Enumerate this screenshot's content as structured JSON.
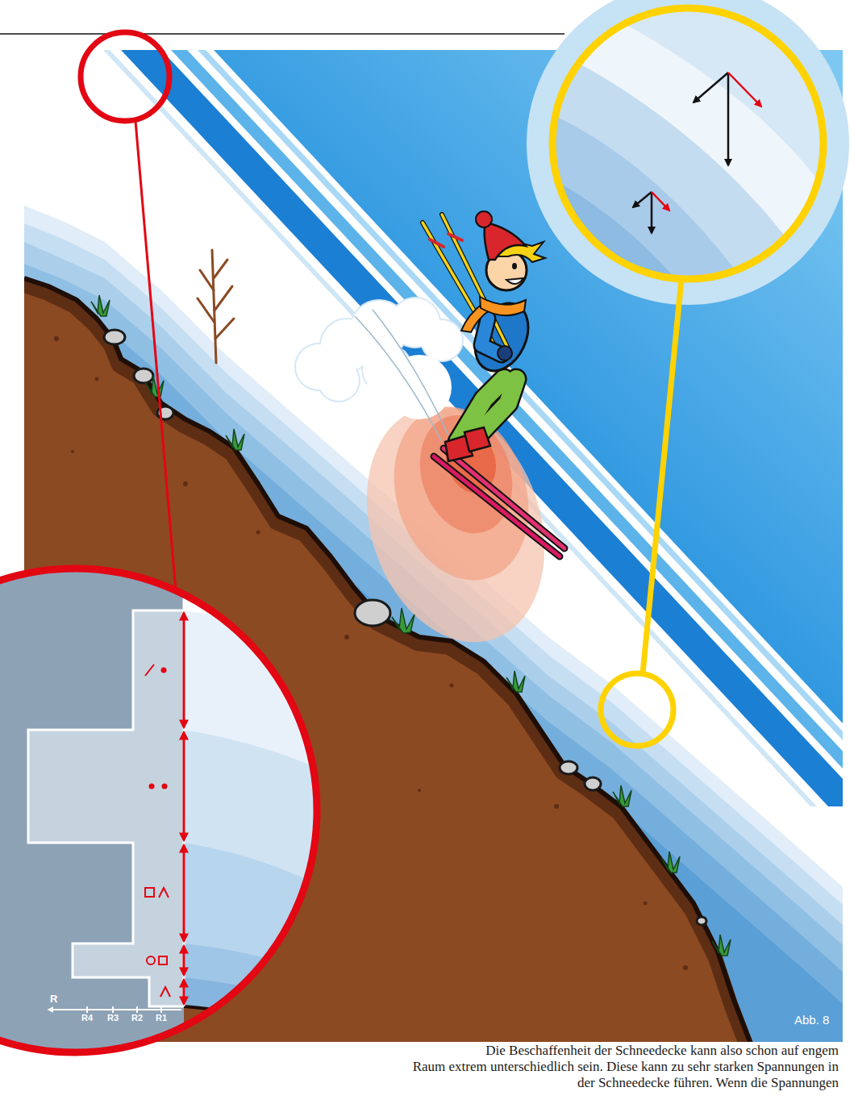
{
  "diagram": {
    "caption": "Die Beschaffenheit der Schneedecke kann also schon auf engem Raum extrem unterschiedlich sein. Diese kann zu sehr starken Spannungen in der Schneedecke führen. Wenn die Spannungen",
    "labels": [
      "R",
      "R4",
      "R3",
      "R2",
      "R1",
      "Abb. 8"
    ]
  }
}
